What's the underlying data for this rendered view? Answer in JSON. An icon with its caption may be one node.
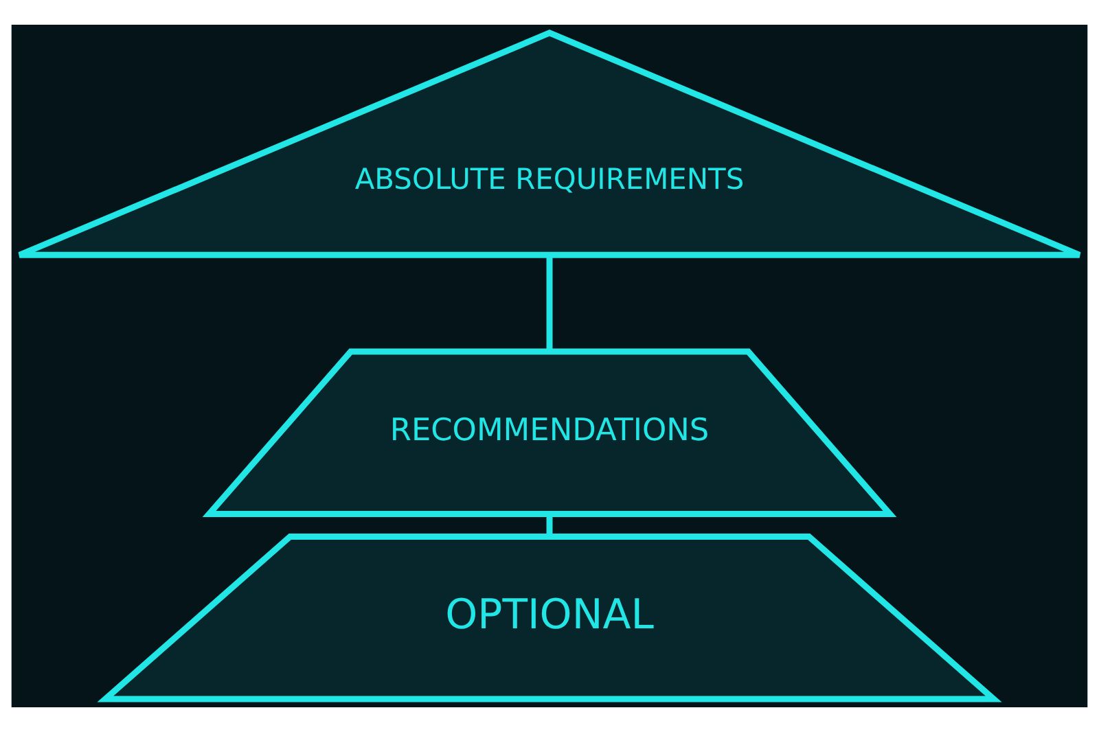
{
  "diagram": {
    "nodes": [
      {
        "text": [
          "ABSOLUTE REQUIREMENTS"
        ]
      },
      {
        "text": [
          "RECOMMENDATIONS"
        ]
      },
      {
        "text": [
          "OPTIONAL"
        ]
      }
    ],
    "edges": [
      {
        "from": 0,
        "to": 1,
        "arrow": "none"
      },
      {
        "from": 1,
        "to": 2,
        "arrow": "none"
      }
    ]
  }
}
